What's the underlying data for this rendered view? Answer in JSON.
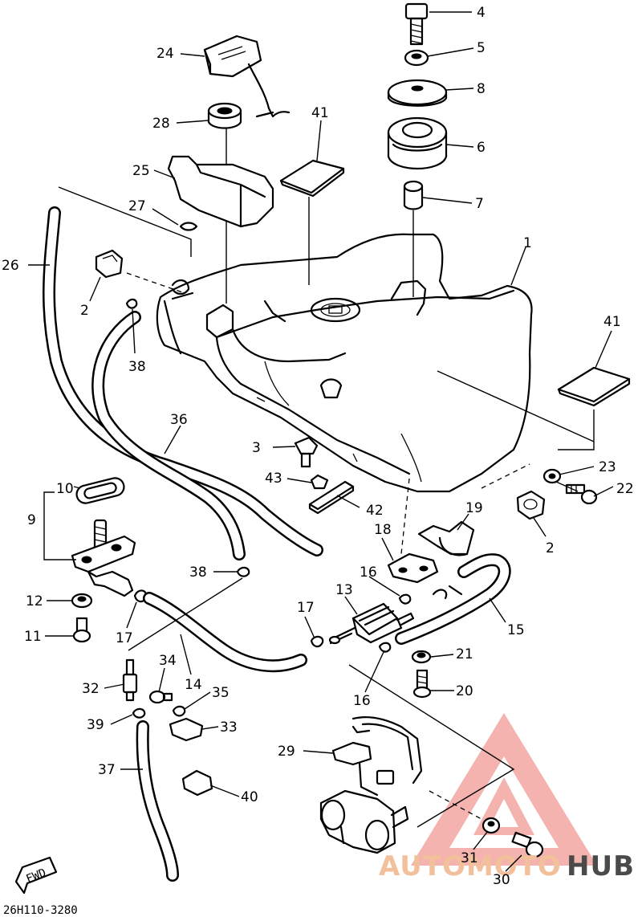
{
  "diagram": {
    "drawing_code": "26H110-3280",
    "fwd_label": "FWD",
    "callouts": [
      "4",
      "5",
      "8",
      "6",
      "7",
      "1",
      "24",
      "28",
      "41",
      "25",
      "27",
      "26",
      "2",
      "38",
      "36",
      "3",
      "43",
      "42",
      "23",
      "22",
      "41",
      "10",
      "9",
      "18",
      "19",
      "16",
      "13",
      "15",
      "12",
      "38",
      "17",
      "11",
      "17",
      "14",
      "21",
      "20",
      "32",
      "34",
      "35",
      "39",
      "33",
      "16",
      "29",
      "37",
      "40",
      "31",
      "30",
      "2"
    ]
  },
  "watermark": {
    "part1": "AUTOMOTO",
    "part2": "HUB",
    "color_main": "#f4a3a3",
    "color_accent": "#e8837f",
    "color_dark": "#3a3a3a"
  }
}
